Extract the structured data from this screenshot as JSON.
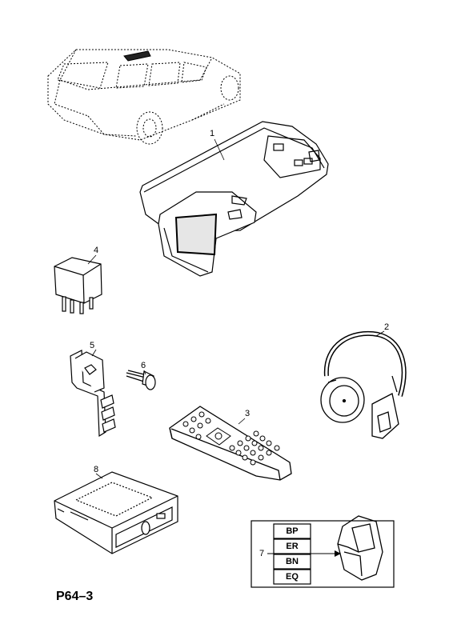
{
  "parts": [
    {
      "number": "1",
      "name": "overhead-dvd-monitor"
    },
    {
      "number": "2",
      "name": "wireless-headphones"
    },
    {
      "number": "3",
      "name": "remote-control"
    },
    {
      "number": "4",
      "name": "relay"
    },
    {
      "number": "5",
      "name": "mounting-bracket"
    },
    {
      "number": "6",
      "name": "screw"
    },
    {
      "number": "7",
      "name": "connector"
    },
    {
      "number": "8",
      "name": "dvd-player-unit"
    }
  ],
  "connector_codes": [
    "BP",
    "ER",
    "BN",
    "EQ"
  ],
  "page_code": "P64–3"
}
